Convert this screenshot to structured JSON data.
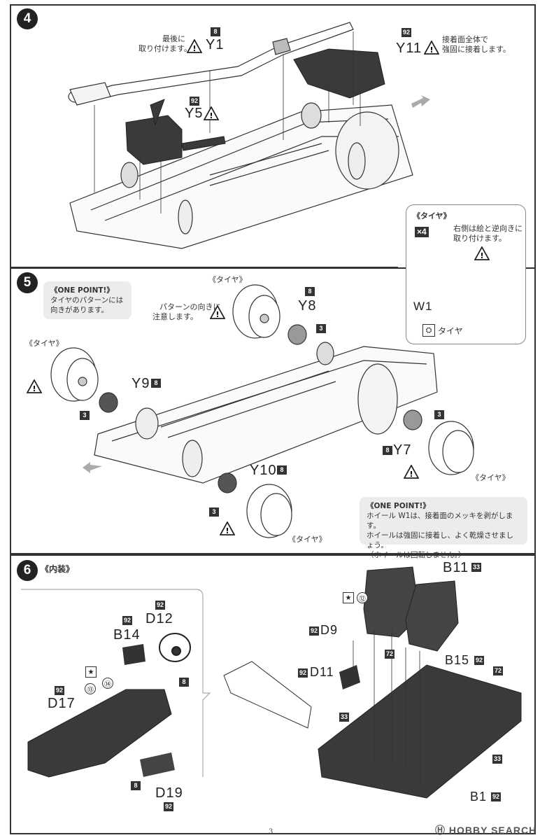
{
  "step4": {
    "num": "4",
    "y1": {
      "label": "Y1",
      "badge": "8",
      "note1": "最後に",
      "note2": "取り付けます。"
    },
    "y11": {
      "label": "Y11",
      "badge": "92",
      "note1": "接着面全体で",
      "note2": "強固に接着します。"
    },
    "y5": {
      "label": "Y5",
      "badge": "92"
    }
  },
  "tire_box": {
    "title": "《タイヤ》",
    "count": "×4",
    "note1": "右側は絵と逆向きに",
    "note2": "取り付けます。",
    "w1": "W1",
    "tire": "タイヤ"
  },
  "step5": {
    "num": "5",
    "onepoint1": {
      "title": "《ONE POINT!》",
      "line1": "タイヤのパターンには",
      "line2": "向きがあります。"
    },
    "tire_label": "《タイヤ》",
    "pattern_note1": "パターンの向きに",
    "pattern_note2": "注意します。",
    "y8": {
      "label": "Y8",
      "badge": "8",
      "sub": "3"
    },
    "y9": {
      "label": "Y9",
      "badge": "8",
      "sub": "3"
    },
    "y7": {
      "label": "Y7",
      "badge": "8",
      "sub": "3"
    },
    "y10": {
      "label": "Y10",
      "badge": "8",
      "sub": "3"
    },
    "onepoint2": {
      "title": "《ONE POINT!》",
      "line1": "ホイール W1は、接着面のメッキを剥がします。",
      "line2": "ホイールは強固に接着し、よく乾燥させましょう。",
      "line3": "（ホイールは回転しません。）"
    }
  },
  "step6": {
    "num": "6",
    "title": "《内装》",
    "d12": {
      "label": "D12",
      "badge": "92",
      "sub": "8"
    },
    "b14": {
      "label": "B14",
      "badge": "92"
    },
    "d17": {
      "label": "D17",
      "badge": "92"
    },
    "d19": {
      "label": "D19",
      "badge": "92",
      "sub": "8"
    },
    "b11": {
      "label": "B11",
      "badge": "33",
      "sub": "72"
    },
    "d9": {
      "label": "D9",
      "badge": "92"
    },
    "d11": {
      "label": "D11",
      "badge": "92"
    },
    "b15": {
      "label": "B15",
      "badge": "92"
    },
    "b1": {
      "label": "B1",
      "badge": "92"
    },
    "c12": "⑫",
    "c13": "⑬",
    "c14": "⑭",
    "b72a": "72",
    "b33a": "33",
    "b33b": "33"
  },
  "footer": {
    "page": "3",
    "watermark": "HOBBY SEARCH"
  },
  "colors": {
    "ink": "#222222",
    "panel": "#ececec",
    "part_dark": "#3a3a3a"
  }
}
